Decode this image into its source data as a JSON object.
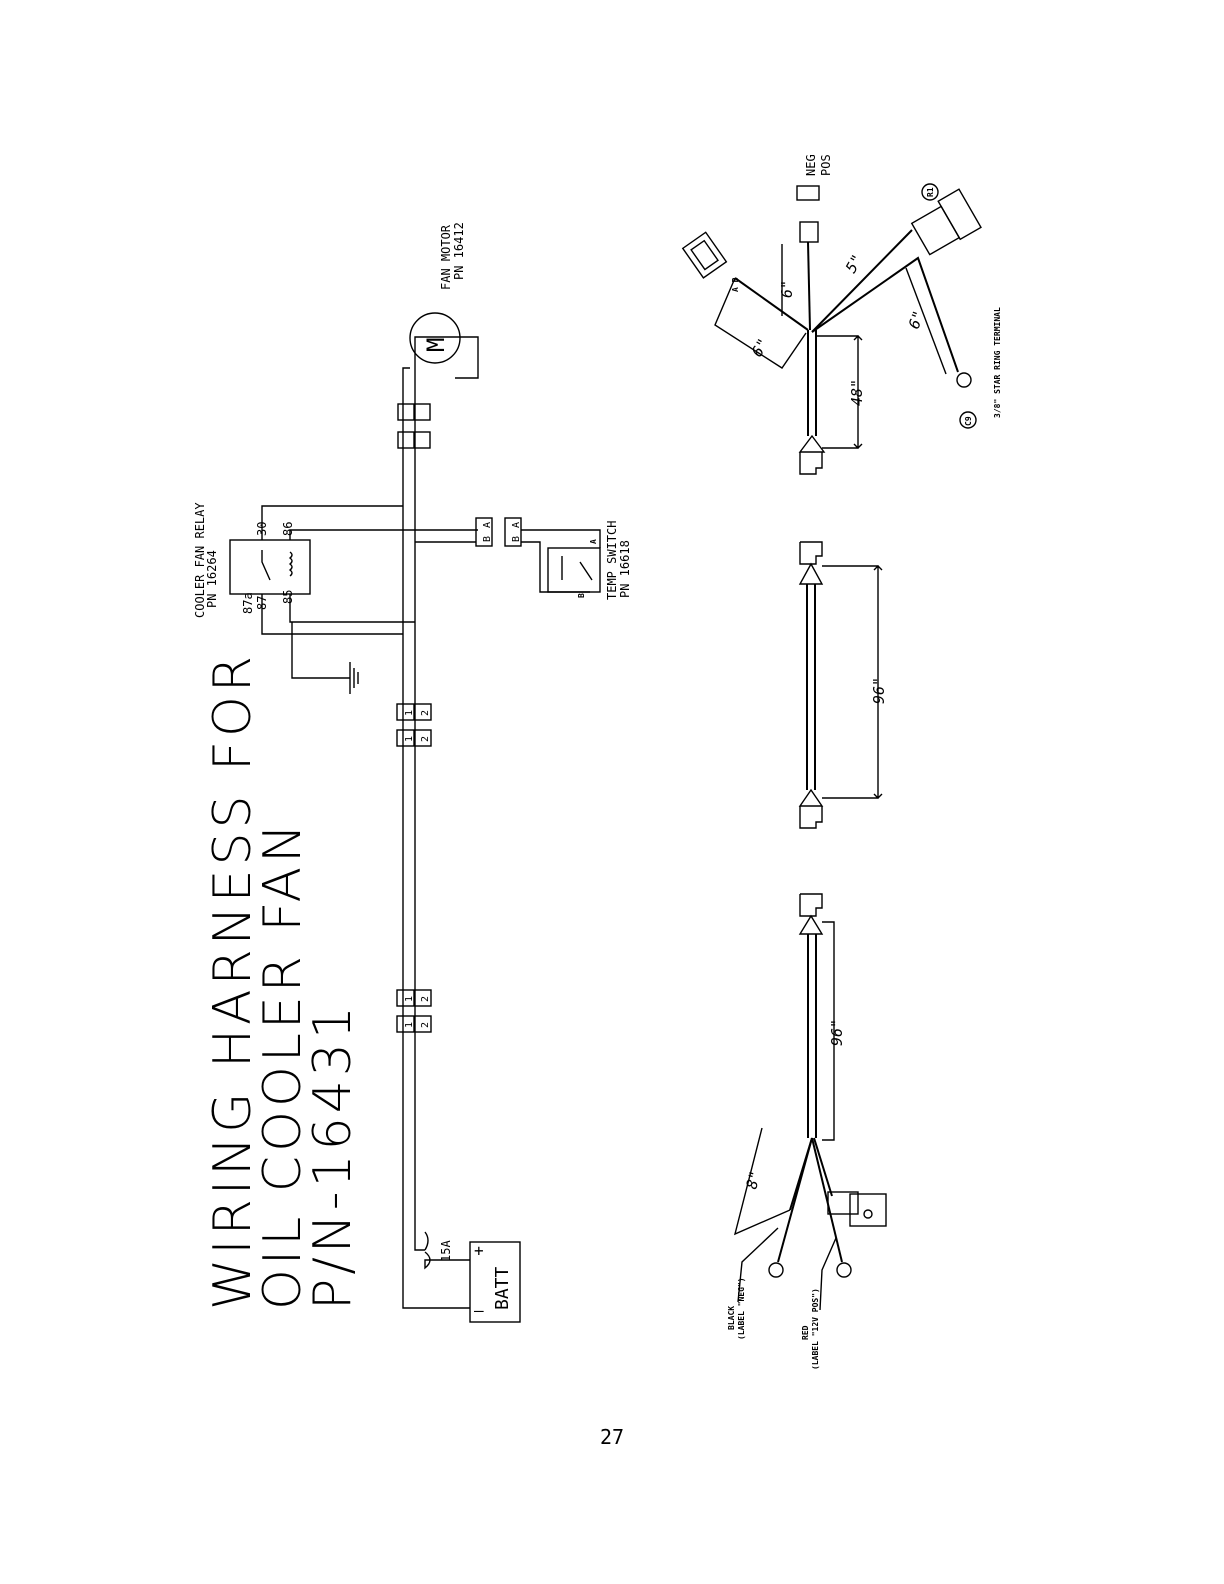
{
  "title": {
    "line1": "WIRING HARNESS FOR",
    "line2": "OIL COOLER FAN",
    "line3": "P/N-16431"
  },
  "components": {
    "fan_motor": {
      "name": "FAN MOTOR",
      "pn": "PN 16412",
      "symbol": "M"
    },
    "relay": {
      "name": "COOLER FAN RELAY",
      "pn": "PN 16264",
      "pins": [
        "30",
        "86",
        "87a",
        "87",
        "85"
      ]
    },
    "temp_switch": {
      "name": "TEMP SWITCH",
      "pn": "PN 16618",
      "pin_a": "A",
      "pin_b": "B"
    },
    "battery": {
      "name": "BATT",
      "plus": "+",
      "minus": "–",
      "fuse": "15A"
    }
  },
  "connectors": {
    "pin1": "1",
    "pin2": "2",
    "pin_a": "A",
    "pin_b": "B"
  },
  "harness_top": {
    "neg": "NEG",
    "pos": "POS",
    "callout_r1": "R1",
    "callout_c9": "C9",
    "ring_terminal": "3/8\" STAR RING TERMINAL",
    "connector_pins": "A B",
    "dims": [
      "6\"",
      "6\"",
      "5\"",
      "6\"",
      "48\""
    ]
  },
  "harness_mid": {
    "dim": "96\""
  },
  "harness_bottom": {
    "dim_main": "96\"",
    "dim_branch": "8\"",
    "black_label_1": "BLACK",
    "black_label_2": "(LABEL \"NEG\")",
    "red_label_1": "RED",
    "red_label_2": "(LABEL \"12V POS\")"
  },
  "page_number": "27"
}
